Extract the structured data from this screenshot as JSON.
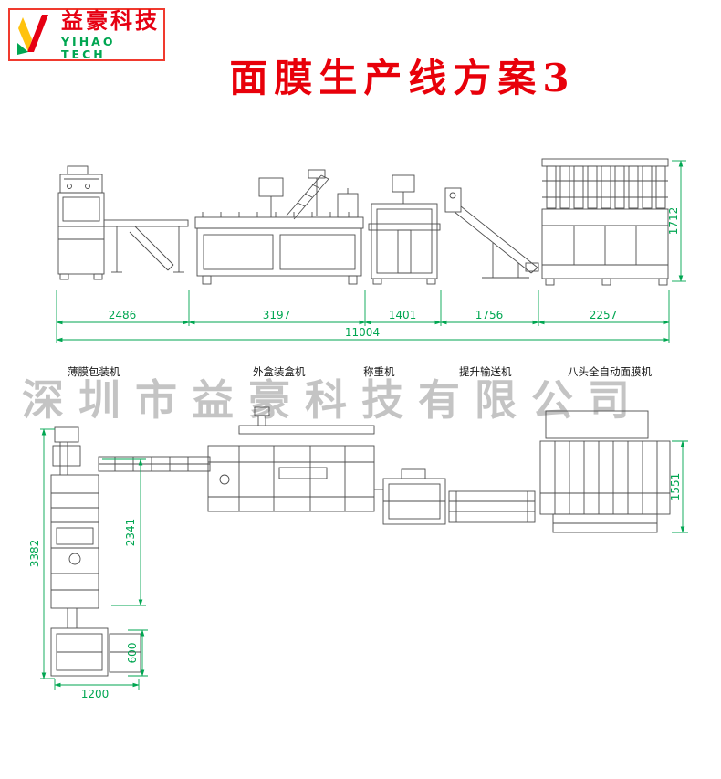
{
  "logo": {
    "company_cn": "益豪科技",
    "company_en": "YIHAO TECH"
  },
  "title": "面膜生产线方案3",
  "watermark": "深圳市益豪科技有限公司",
  "machines": [
    {
      "label": "薄膜包装机"
    },
    {
      "label": "外盒装盒机"
    },
    {
      "label": "称重机"
    },
    {
      "label": "提升输送机"
    },
    {
      "label": "八头全自动面膜机"
    }
  ],
  "dimensions": {
    "elevation_segments": [
      "2486",
      "3197",
      "1401",
      "1756",
      "2257"
    ],
    "elevation_total": "11004",
    "elevation_height": "1712",
    "plan_total_height": "3382",
    "plan_inner_height": "2341",
    "plan_outfeed_height": "600",
    "plan_outfeed_width": "1200",
    "plan_machine_depth": "1551"
  },
  "colors": {
    "dimension_green": "#00a651",
    "title_red": "#e8000a",
    "logo_red": "#e60012",
    "logo_green": "#00a651",
    "drawing_gray": "#4d4d4d",
    "watermark_gray": "#8f8f8f"
  }
}
